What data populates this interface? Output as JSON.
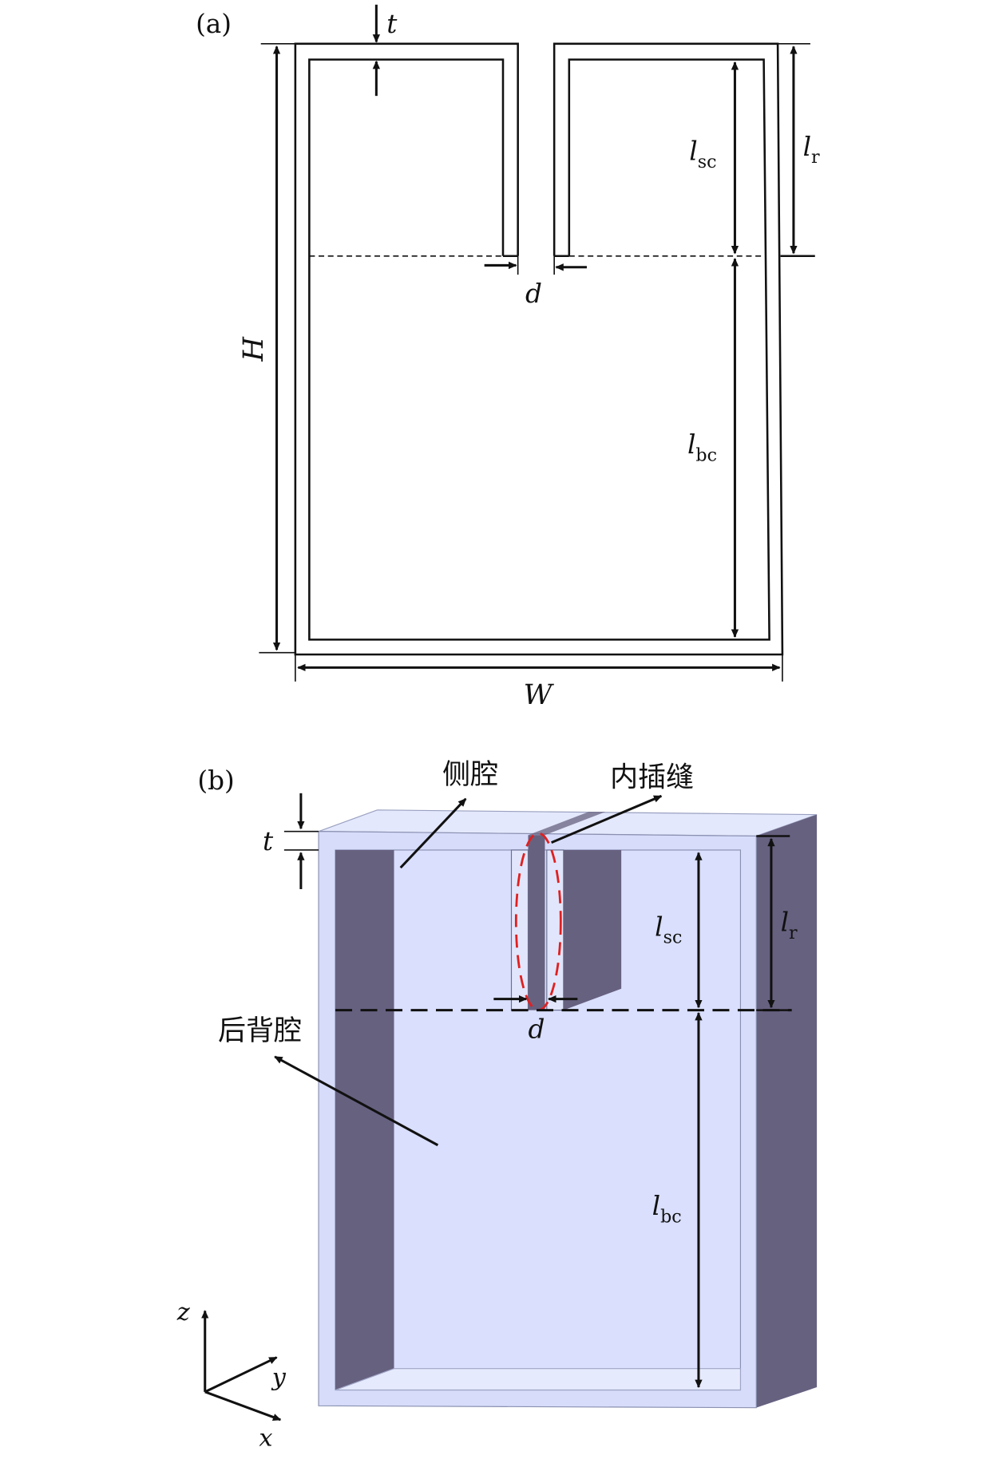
{
  "panel_a": {
    "label": "(a)",
    "labels": {
      "t": "t",
      "l": "l",
      "sc": "sc",
      "r": "r",
      "bc": "bc",
      "d": "d",
      "H": "H",
      "W": "W"
    }
  },
  "panel_b": {
    "label": "(b)",
    "annotations": {
      "side_cavity": "侧腔",
      "inner_slit": "内插缝",
      "back_cavity": "后背腔"
    },
    "labels": {
      "t": "t",
      "l": "l",
      "sc": "sc",
      "r": "r",
      "bc": "bc",
      "d": "d"
    },
    "axes": {
      "x": "x",
      "y": "y",
      "z": "z"
    }
  },
  "colors": {
    "front_face": "#d6dcfa",
    "top_face": "#e4e8fc",
    "dark_face": "#676180",
    "highlight": "#e02020"
  }
}
